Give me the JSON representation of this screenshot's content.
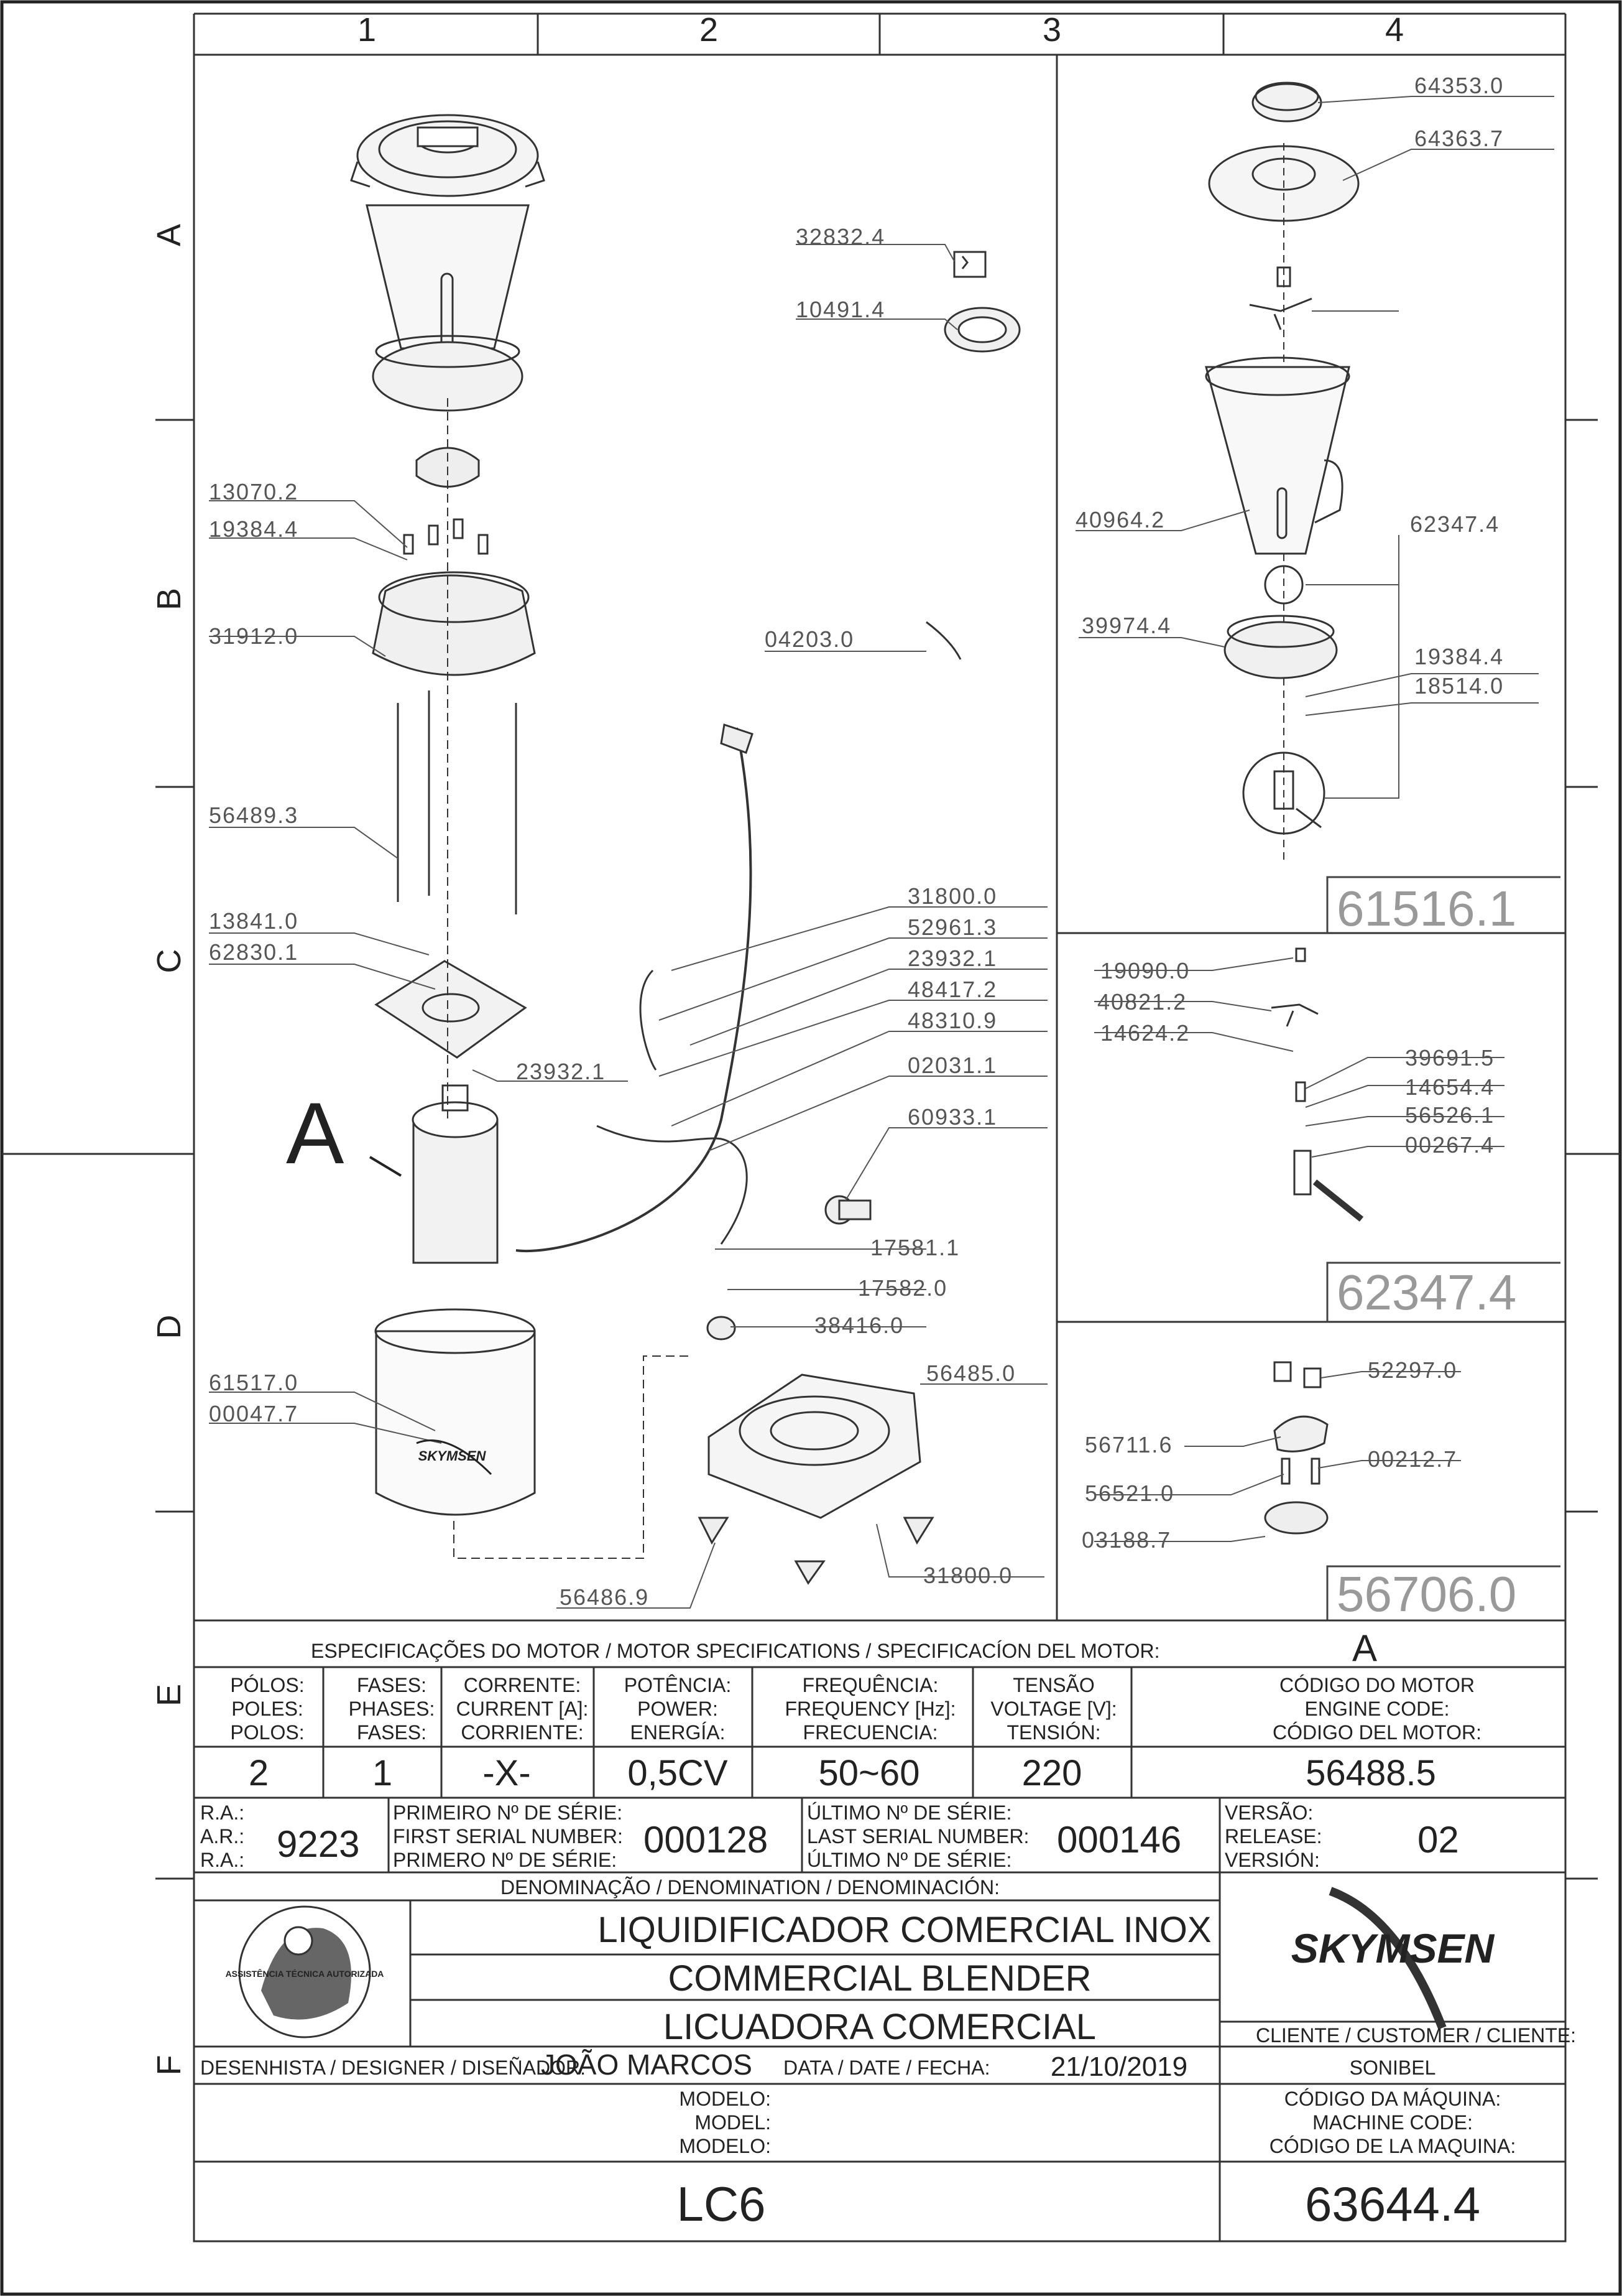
{
  "grid": {
    "columns": [
      "1",
      "2",
      "3",
      "4"
    ],
    "rows": [
      "A",
      "B",
      "C",
      "D",
      "E",
      "F"
    ]
  },
  "part_numbers": {
    "p32832": "32832.4",
    "p10491": "10491.4",
    "p13070": "13070.2",
    "p19384a": "19384.4",
    "p31912": "31912.0",
    "p04203": "04203.0",
    "p56489": "56489.3",
    "p13841": "13841.0",
    "p62830": "62830.1",
    "p23932a": "23932.1",
    "p31800a": "31800.0",
    "p52961": "52961.3",
    "p23932b": "23932.1",
    "p48417": "48417.2",
    "p48310": "48310.9",
    "p02031": "02031.1",
    "p60933": "60933.1",
    "p17581": "17581.1",
    "p17582": "17582.0",
    "p38416": "38416.0",
    "p61517": "61517.0",
    "p00047": "00047.7",
    "p56485": "56485.0",
    "p56486": "56486.9",
    "p31800b": "31800.0",
    "p64353": "64353.0",
    "p64363": "64363.7",
    "p40964": "40964.2",
    "p62347": "62347.4",
    "p39974": "39974.4",
    "p19384b": "19384.4",
    "p18514": "18514.0",
    "p19090": "19090.0",
    "p40821": "40821.2",
    "p14624": "14624.2",
    "p39691": "39691.5",
    "p14654": "14654.4",
    "p56526": "56526.1",
    "p00267": "00267.4",
    "p52297": "52297.0",
    "p56711": "56711.6",
    "p00212": "00212.7",
    "p56521": "56521.0",
    "p03188": "03188.7"
  },
  "assemblies": {
    "a1": "61516.1",
    "a2": "62347.4",
    "a3": "56706.0"
  },
  "callout_letter": "A",
  "logo_text": "SKYMSEN",
  "seal_text": "ASSISTÊNCIA TÉCNICA AUTORIZADA",
  "title_block": {
    "spec_heading": "ESPECIFICAÇÕES DO MOTOR / MOTOR SPECIFICATIONS / SPECIFICACÍON DEL MOTOR:",
    "spec_letter": "A",
    "poles": [
      "PÓLOS:",
      "POLES:",
      "POLOS:"
    ],
    "phases": [
      "FASES:",
      "PHASES:",
      "FASES:"
    ],
    "current": [
      "CORRENTE:",
      "CURRENT [A]:",
      "CORRIENTE:"
    ],
    "power": [
      "POTÊNCIA:",
      "POWER:",
      "ENERGÍA:"
    ],
    "frequency": [
      "FREQUÊNCIA:",
      "FREQUENCY [Hz]:",
      "FRECUENCIA:"
    ],
    "voltage": [
      "TENSÃO",
      "VOLTAGE [V]:",
      "TENSIÓN:"
    ],
    "engine_code": [
      "CÓDIGO DO MOTOR",
      "ENGINE CODE:",
      "CÓDIGO DEL MOTOR:"
    ],
    "values": {
      "poles": "2",
      "phases": "1",
      "current": "-X-",
      "power": "0,5CV",
      "frequency": "50~60",
      "voltage": "220",
      "engine_code": "56488.5"
    },
    "ra_labels": [
      "R.A.:",
      "A.R.:",
      "R.A.:"
    ],
    "ra_value": "9223",
    "first_serial_labels": [
      "PRIMEIRO Nº DE SÉRIE:",
      "FIRST SERIAL NUMBER:",
      "PRIMERO Nº DE SÉRIE:"
    ],
    "first_serial": "000128",
    "last_serial_labels": [
      "ÚLTIMO Nº DE SÉRIE:",
      "LAST SERIAL NUMBER:",
      "ÚLTIMO Nº DE SÉRIE:"
    ],
    "last_serial": "000146",
    "version_labels": [
      "VERSÃO:",
      "RELEASE:",
      "VERSIÓN:"
    ],
    "version": "02",
    "denomination_heading": "DENOMINAÇÃO / DENOMINATION / DENOMINACIÓN:",
    "names": [
      "LIQUIDIFICADOR COMERCIAL INOX",
      "COMMERCIAL BLENDER",
      "LICUADORA COMERCIAL"
    ],
    "client_label": "CLIENTE / CUSTOMER / CLIENTE:",
    "client": "SONIBEL",
    "designer_label": "DESENHISTA / DESIGNER / DISEÑADOR:",
    "designer": "JOÃO MARCOS",
    "date_label": "DATA / DATE / FECHA:",
    "date": "21/10/2019",
    "model_labels": [
      "MODELO:",
      "MODEL:",
      "MODELO:"
    ],
    "model": "LC6",
    "machine_code_labels": [
      "CÓDIGO DA MÁQUINA:",
      "MACHINE CODE:",
      "CÓDIGO DE LA MAQUINA:"
    ],
    "machine_code": "63644.4"
  }
}
